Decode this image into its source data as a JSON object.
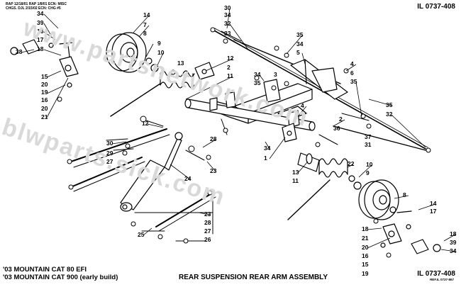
{
  "header": {
    "revision_notes": "RAP 12/18/01 RAP 1/8/01 ECN: MISC CHGS. DJL 2/15/02 ECN: CHG #5",
    "illustration_number": "IL 0737-408"
  },
  "footer": {
    "model_line_1": "'03 MOUNTAIN CAT 80 EFI",
    "model_line_2": "'03 MOUNTAIN CAT 900 (early build)",
    "assembly_title": "REAR SUSPENSION REAR ARM ASSEMBLY",
    "illustration_number": "IL 0737-408",
    "reference": "REF.IL 0737-867"
  },
  "watermark": {
    "text": "www.partsnetwork.com",
    "lower_text": "blwparts.sick.com"
  },
  "colors": {
    "ink": "#000000",
    "watermark": "#d9d9d9",
    "background": "#ffffff"
  },
  "callouts": [
    "34",
    "39",
    "16",
    "17",
    "18",
    "38",
    "15",
    "20",
    "19",
    "16",
    "20",
    "21",
    "14",
    "7",
    "8",
    "9",
    "10",
    "13",
    "12",
    "2",
    "11",
    "30",
    "34",
    "32",
    "33",
    "35",
    "34",
    "5",
    "4",
    "6",
    "35",
    "34",
    "3",
    "35",
    "4",
    "2",
    "36",
    "37",
    "35",
    "32",
    "31",
    "34",
    "1",
    "12",
    "30",
    "29",
    "27",
    "28",
    "23",
    "24",
    "25",
    "23",
    "28",
    "27",
    "26",
    "22",
    "13",
    "11",
    "10",
    "9",
    "8",
    "14",
    "17",
    "18",
    "21",
    "20",
    "16",
    "15",
    "19",
    "18",
    "39",
    "34",
    "38"
  ]
}
